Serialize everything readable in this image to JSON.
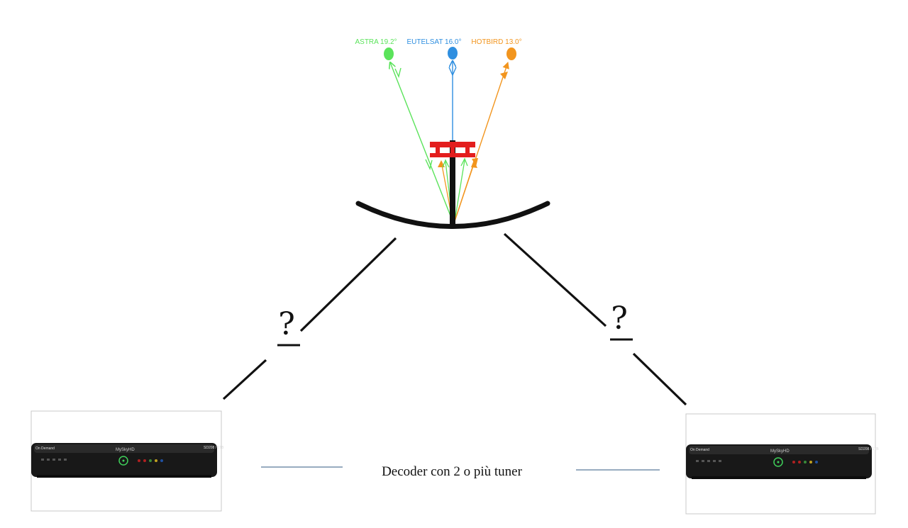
{
  "satellites": [
    {
      "label": "ASTRA 19.2°",
      "color": "#5be35b"
    },
    {
      "label": "EUTELSAT 16.0°",
      "color": "#2f8fe0"
    },
    {
      "label": "HOTBIRD 13.0°",
      "color": "#f2951e"
    }
  ],
  "lnb_color": "#e31e1e",
  "cable_left": {
    "marker": "?"
  },
  "cable_right": {
    "marker": "?"
  },
  "caption": "Decoder con 2 o più tuner",
  "decoder_left": {
    "brand": "MySkyHD",
    "badge": "On Demand",
    "model": "SD208 / 1TB"
  },
  "decoder_right": {
    "brand": "MySkyHD",
    "badge": "On Demand",
    "model": "SD208 / 1TB"
  }
}
